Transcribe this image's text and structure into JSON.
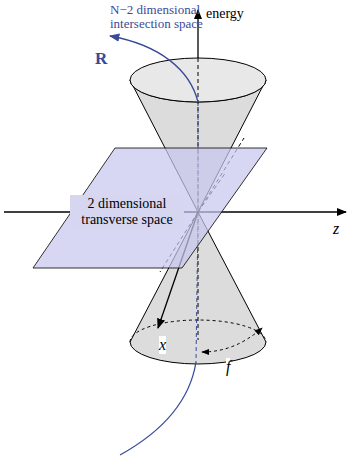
{
  "diagram": {
    "nodes": [
      {
        "text": [
          "2 dimensional transverse space"
        ]
      }
    ],
    "labels": [
      "N−2 dimensional intersection space",
      "R",
      "energy",
      "z",
      "x",
      "f"
    ]
  }
}
